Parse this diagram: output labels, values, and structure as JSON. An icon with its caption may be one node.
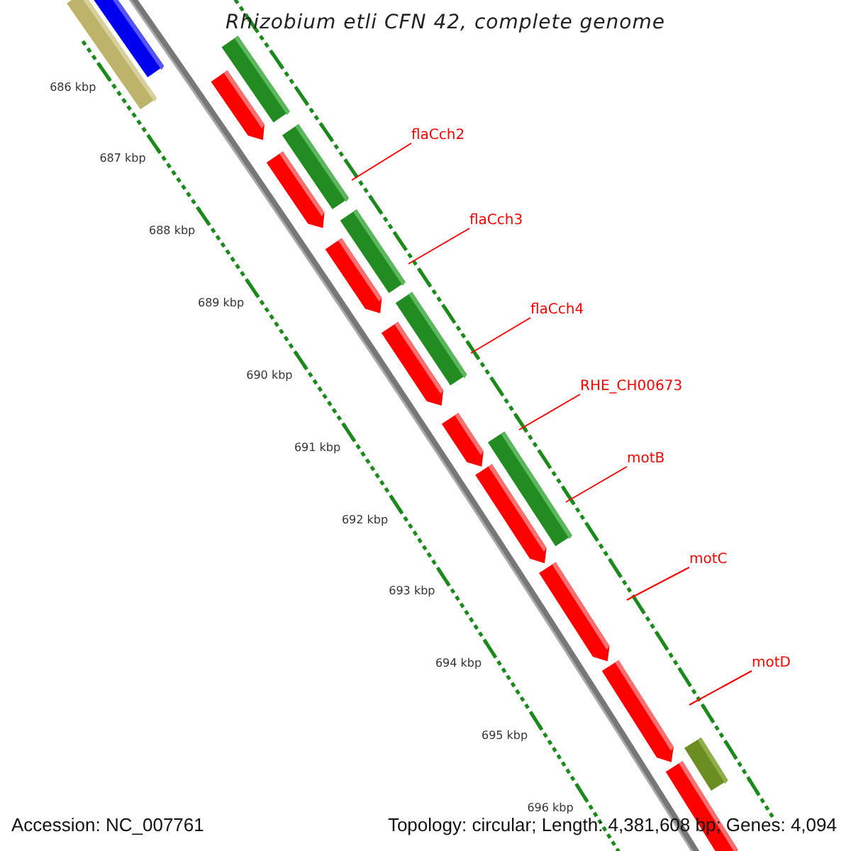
{
  "diagram": {
    "title": "Rhizobium etli CFN 42, complete genome",
    "nodes": [
      {
        "text": [
          "flaCch2"
        ]
      },
      {
        "text": [
          "flaCch3"
        ]
      },
      {
        "text": [
          "flaCch4"
        ]
      },
      {
        "text": [
          "RHE_CH00673"
        ]
      },
      {
        "text": [
          "motB"
        ]
      },
      {
        "text": [
          "motC"
        ]
      },
      {
        "text": [
          "motD"
        ]
      }
    ],
    "edges": [
      {
        "from": 0,
        "to": null,
        "arrow": "none"
      },
      {
        "from": 1,
        "to": null,
        "arrow": "none"
      },
      {
        "from": 2,
        "to": null,
        "arrow": "none"
      },
      {
        "from": 3,
        "to": null,
        "arrow": "none"
      },
      {
        "from": 4,
        "to": null,
        "arrow": "none"
      },
      {
        "from": 5,
        "to": null,
        "arrow": "none"
      },
      {
        "from": 6,
        "to": null,
        "arrow": "none"
      }
    ],
    "labels": [
      "686 kbp",
      "687 kbp",
      "688 kbp",
      "689 kbp",
      "690 kbp",
      "691 kbp",
      "692 kbp",
      "693 kbp",
      "694 kbp",
      "695 kbp",
      "696 kbp",
      "Accession: NC_007761",
      "Topology: circular; Length: 4,381,608 bp; Genes: 4,094"
    ]
  }
}
